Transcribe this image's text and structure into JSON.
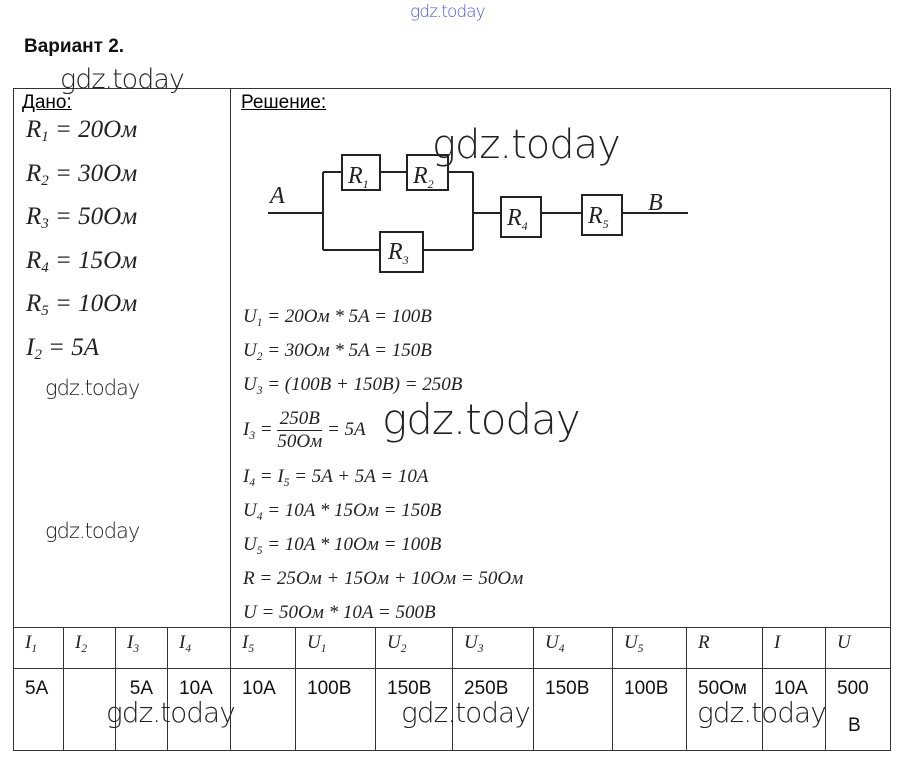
{
  "watermark": "gdz.today",
  "title": "Вариант 2.",
  "given_label": "Дано:",
  "solution_label": "Решение:",
  "given": [
    {
      "sym": "R",
      "sub": "1",
      "val": "= 20Ом"
    },
    {
      "sym": "R",
      "sub": "2",
      "val": "= 30Ом"
    },
    {
      "sym": "R",
      "sub": "3",
      "val": "= 50Ом"
    },
    {
      "sym": "R",
      "sub": "4",
      "val": "= 15Ом"
    },
    {
      "sym": "R",
      "sub": "5",
      "val": "= 10Ом"
    },
    {
      "sym": "I",
      "sub": "2",
      "val": "= 5A"
    }
  ],
  "circuit": {
    "a": "A",
    "b": "B",
    "r1": "R",
    "r1s": "1",
    "r2": "R",
    "r2s": "2",
    "r3": "R",
    "r3s": "3",
    "r4": "R",
    "r4s": "4",
    "r5": "R",
    "r5s": "5"
  },
  "formulas": [
    {
      "sym": "U",
      "sub": "1",
      "rest": " = 20Ом * 5A = 100B"
    },
    {
      "sym": "U",
      "sub": "2",
      "rest": " = 30Ом * 5A = 150B"
    },
    {
      "sym": "U",
      "sub": "3",
      "rest": " = (100B + 150B) = 250B"
    },
    {
      "sym": "I",
      "sub": "3",
      "pre": " = ",
      "num": "250B",
      "den": "50Ом",
      "post": " = 5A"
    },
    {
      "sym": "I",
      "sub": "4",
      "rest": " = I",
      "sub2": "5",
      "rest2": " = 5A + 5A = 10A"
    },
    {
      "sym": "U",
      "sub": "4",
      "rest": " = 10A * 15Ом = 150B"
    },
    {
      "sym": "U",
      "sub": "5",
      "rest": " = 10A * 10Ом = 100B"
    },
    {
      "sym": "R",
      "sub": "",
      "rest": " = 25Ом + 15Ом + 10Ом = 50Ом"
    },
    {
      "sym": "U",
      "sub": "",
      "rest": " = 50Ом * 10A = 500B"
    }
  ],
  "table": {
    "headers": [
      {
        "s": "I",
        "b": "1"
      },
      {
        "s": "I",
        "b": "2"
      },
      {
        "s": "I",
        "b": "3"
      },
      {
        "s": "I",
        "b": "4"
      },
      {
        "s": "I",
        "b": "5"
      },
      {
        "s": "U",
        "b": "1"
      },
      {
        "s": "U",
        "b": "2"
      },
      {
        "s": "U",
        "b": "3"
      },
      {
        "s": "U",
        "b": "4"
      },
      {
        "s": "U",
        "b": "5"
      },
      {
        "s": "R",
        "b": ""
      },
      {
        "s": "I",
        "b": ""
      },
      {
        "s": "U",
        "b": ""
      }
    ],
    "values": [
      "5A",
      "",
      "5A",
      "10A",
      "10A",
      "100B",
      "150B",
      "250B",
      "150B",
      "100B",
      "50Ом",
      "10A",
      "500"
    ],
    "last_unit": "B"
  }
}
